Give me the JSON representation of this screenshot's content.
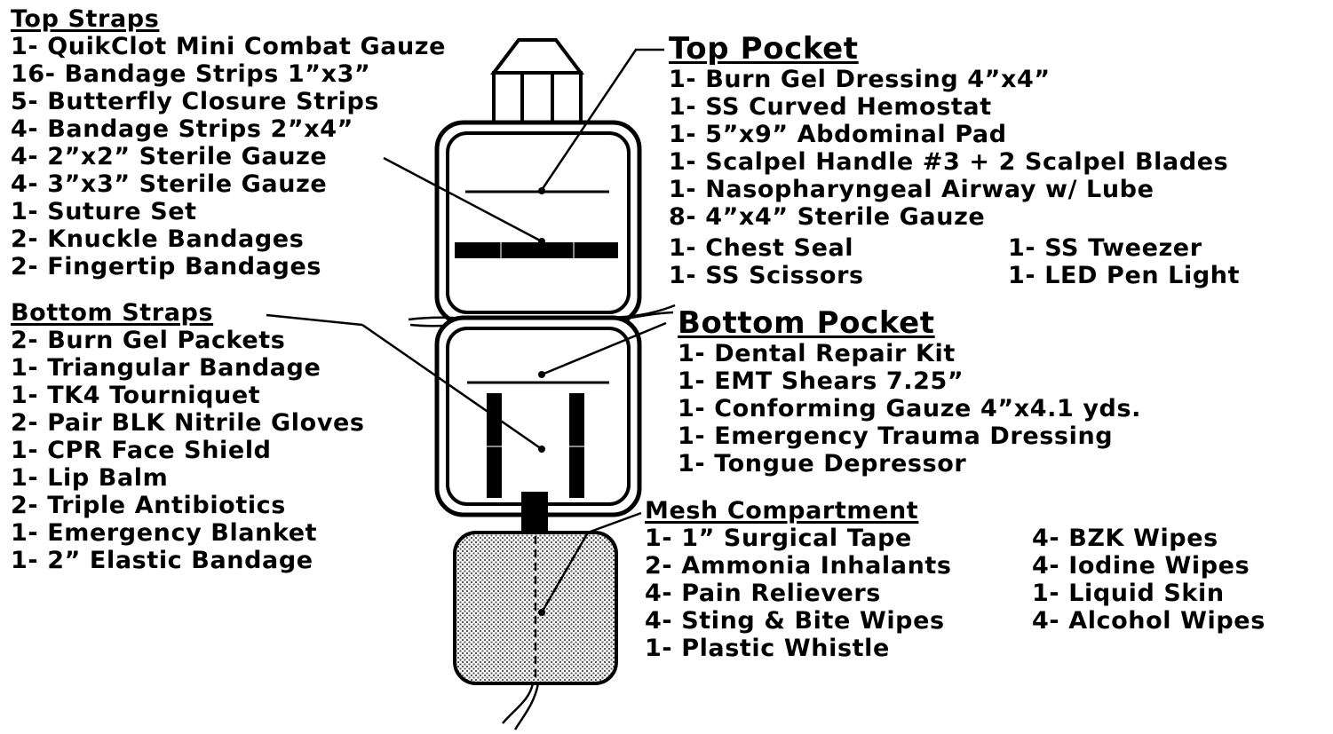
{
  "top_straps": {
    "title": "Top Straps",
    "items": [
      "1- QuikClot Mini Combat Gauze",
      "16- Bandage Strips 1”x3”",
      "5- Butterfly Closure Strips",
      "4- Bandage Strips 2”x4”",
      "4- 2”x2” Sterile Gauze",
      "4- 3”x3” Sterile Gauze",
      "1- Suture Set",
      "2- Knuckle Bandages",
      "2- Fingertip Bandages"
    ]
  },
  "bottom_straps": {
    "title": "Bottom Straps",
    "items": [
      "2- Burn Gel Packets",
      "1- Triangular Bandage",
      "1- TK4 Tourniquet",
      "2- Pair BLK Nitrile Gloves",
      "1- CPR Face Shield",
      "1- Lip Balm",
      "2- Triple Antibiotics",
      "1- Emergency Blanket",
      "1- 2” Elastic Bandage"
    ]
  },
  "top_pocket": {
    "title": "Top Pocket",
    "items": [
      "1- Burn Gel Dressing 4”x4”",
      "1- SS Curved Hemostat",
      "1- 5”x9” Abdominal Pad",
      "1- Scalpel Handle #3 + 2 Scalpel Blades",
      "1- Nasopharyngeal Airway w/ Lube",
      "8- 4”x4” Sterile Gauze"
    ],
    "col_left": [
      "1- Chest Seal",
      "1- SS Scissors"
    ],
    "col_right": [
      "1- SS Tweezer",
      "1- LED Pen Light"
    ]
  },
  "bottom_pocket": {
    "title": "Bottom Pocket",
    "items": [
      "1- Dental Repair Kit",
      "1- EMT Shears 7.25”",
      "1- Conforming Gauze 4”x4.1 yds.",
      "1- Emergency Trauma Dressing",
      "1- Tongue Depressor"
    ]
  },
  "mesh_compartment": {
    "title": "Mesh Compartment",
    "col_left": [
      "1- 1” Surgical Tape",
      "2- Ammonia Inhalants",
      "4- Pain Relievers",
      "4- Sting & Bite Wipes",
      "1- Plastic Whistle"
    ],
    "col_right": [
      "4- BZK Wipes",
      "4- Iodine Wipes",
      "1- Liquid Skin",
      "4- Alcohol Wipes"
    ]
  }
}
